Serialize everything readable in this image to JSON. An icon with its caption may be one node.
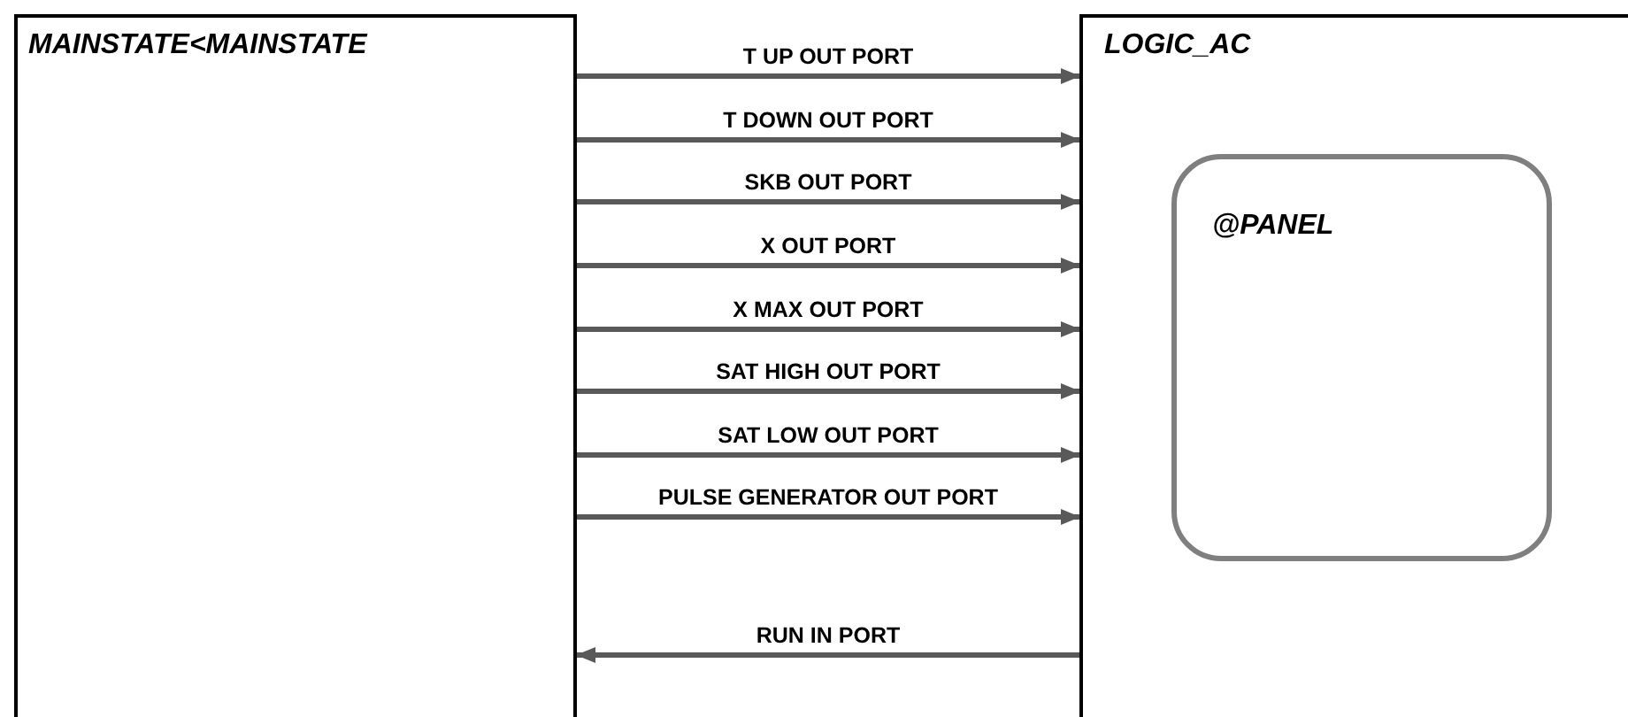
{
  "diagram": {
    "nodes": [
      {
        "text": [
          "MAINSTATE<MAINSTATE"
        ]
      },
      {
        "text": [
          "LOGIC_AC"
        ]
      },
      {
        "text": [
          "@PANEL"
        ],
        "in": 1
      }
    ],
    "edges": [
      {
        "from": 0,
        "to": 1,
        "arrow": "to",
        "label": "T UP OUT PORT"
      },
      {
        "from": 0,
        "to": 1,
        "arrow": "to",
        "label": "T DOWN OUT PORT"
      },
      {
        "from": 0,
        "to": 1,
        "arrow": "to",
        "label": "SKB OUT PORT"
      },
      {
        "from": 0,
        "to": 1,
        "arrow": "to",
        "label": "X OUT PORT"
      },
      {
        "from": 0,
        "to": 1,
        "arrow": "to",
        "label": "X MAX OUT PORT"
      },
      {
        "from": 0,
        "to": 1,
        "arrow": "to",
        "label": "SAT HIGH OUT PORT"
      },
      {
        "from": 0,
        "to": 1,
        "arrow": "to",
        "label": "SAT LOW OUT PORT"
      },
      {
        "from": 0,
        "to": 1,
        "arrow": "to",
        "label": "PULSE GENERATOR OUT PORT"
      },
      {
        "from": 1,
        "to": 0,
        "arrow": "to",
        "label": "RUN IN PORT"
      }
    ]
  }
}
